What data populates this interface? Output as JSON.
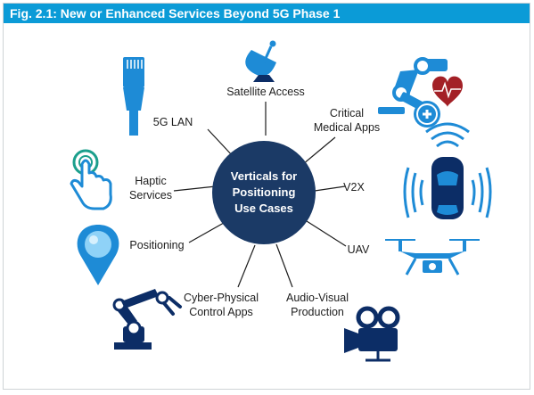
{
  "figure": {
    "title": "Fig. 2.1: New or Enhanced Services Beyond 5G Phase 1",
    "center": [
      "Verticals for",
      "Positioning",
      "Use Cases"
    ]
  },
  "labels": {
    "satellite": "Satellite Access",
    "lan": "5G LAN",
    "medical_1": "Critical",
    "medical_2": "Medical Apps",
    "haptic_1": "Haptic",
    "haptic_2": "Services",
    "v2x": "V2X",
    "positioning": "Positioning",
    "uav": "UAV",
    "cyber_1": "Cyber-Physical",
    "cyber_2": "Control Apps",
    "av_1": "Audio-Visual",
    "av_2": "Production"
  },
  "icons": [
    "ethernet-cable-icon",
    "satellite-dish-icon",
    "medical-robot-icon",
    "touch-hand-icon",
    "connected-car-icon",
    "location-pin-icon",
    "drone-icon",
    "industrial-robot-icon",
    "video-camera-icon"
  ],
  "colors": {
    "title_bar": "#0b9bd7",
    "center_circle": "#1b3a66",
    "icon_dark": "#0c2d66",
    "icon_blue": "#1e8bd6",
    "heart": "#a32026"
  }
}
